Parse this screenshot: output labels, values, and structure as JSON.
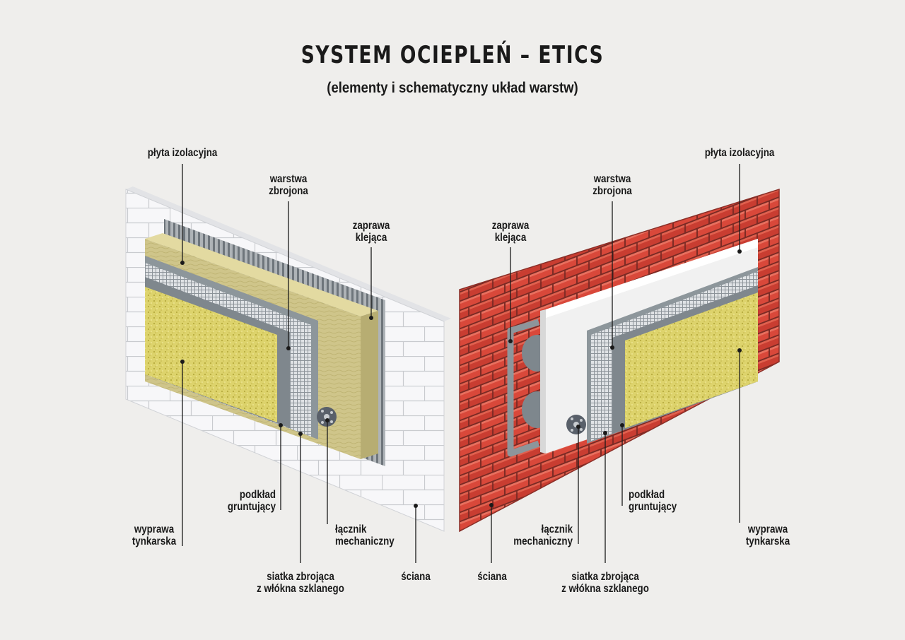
{
  "title": "SYSTEM OCIEPLEŃ – ETICS",
  "subtitle": "(elementy i schematyczny układ warstw)",
  "left_panel": {
    "wall": "mineral-block-wall",
    "labels": {
      "plyta_izolacyjna": "płyta izolacyjna",
      "warstwa_zbrojona": [
        "warstwa",
        "zbrojona"
      ],
      "zaprawa_klejaca": [
        "zaprawa",
        "klejąca"
      ],
      "podklad_gruntujacy": [
        "podkład",
        "gruntujący"
      ],
      "wyprawa_tynkarska": [
        "wyprawa",
        "tynkarska"
      ],
      "lacznik_mechaniczny": [
        "łącznik",
        "mechaniczny"
      ],
      "siatka_zbrojaca": [
        "siatka zbrojąca",
        "z włókna szklanego"
      ],
      "sciana": "ściana"
    }
  },
  "right_panel": {
    "wall": "red-brick-wall",
    "labels": {
      "plyta_izolacyjna": "płyta izolacyjna",
      "warstwa_zbrojona": [
        "warstwa",
        "zbrojona"
      ],
      "zaprawa_klejaca": [
        "zaprawa",
        "klejąca"
      ],
      "podklad_gruntujacy": [
        "podkład",
        "gruntujący"
      ],
      "wyprawa_tynkarska": [
        "wyprawa",
        "tynkarska"
      ],
      "lacznik_mechaniczny": [
        "łącznik",
        "mechaniczny"
      ],
      "siatka_zbrojaca": [
        "siatka zbrojąca",
        "z włókna szklanego"
      ],
      "sciana": "ściana"
    }
  },
  "colors": {
    "background": "#efeeec",
    "block_wall": "#f7f7f9",
    "brick": "#d9483a",
    "mortar": "#7c8287",
    "mineral_wool": "#cfc58a",
    "styrofoam": "#f1f1f1",
    "primer": "#8d969b",
    "render": "#ded56f"
  }
}
